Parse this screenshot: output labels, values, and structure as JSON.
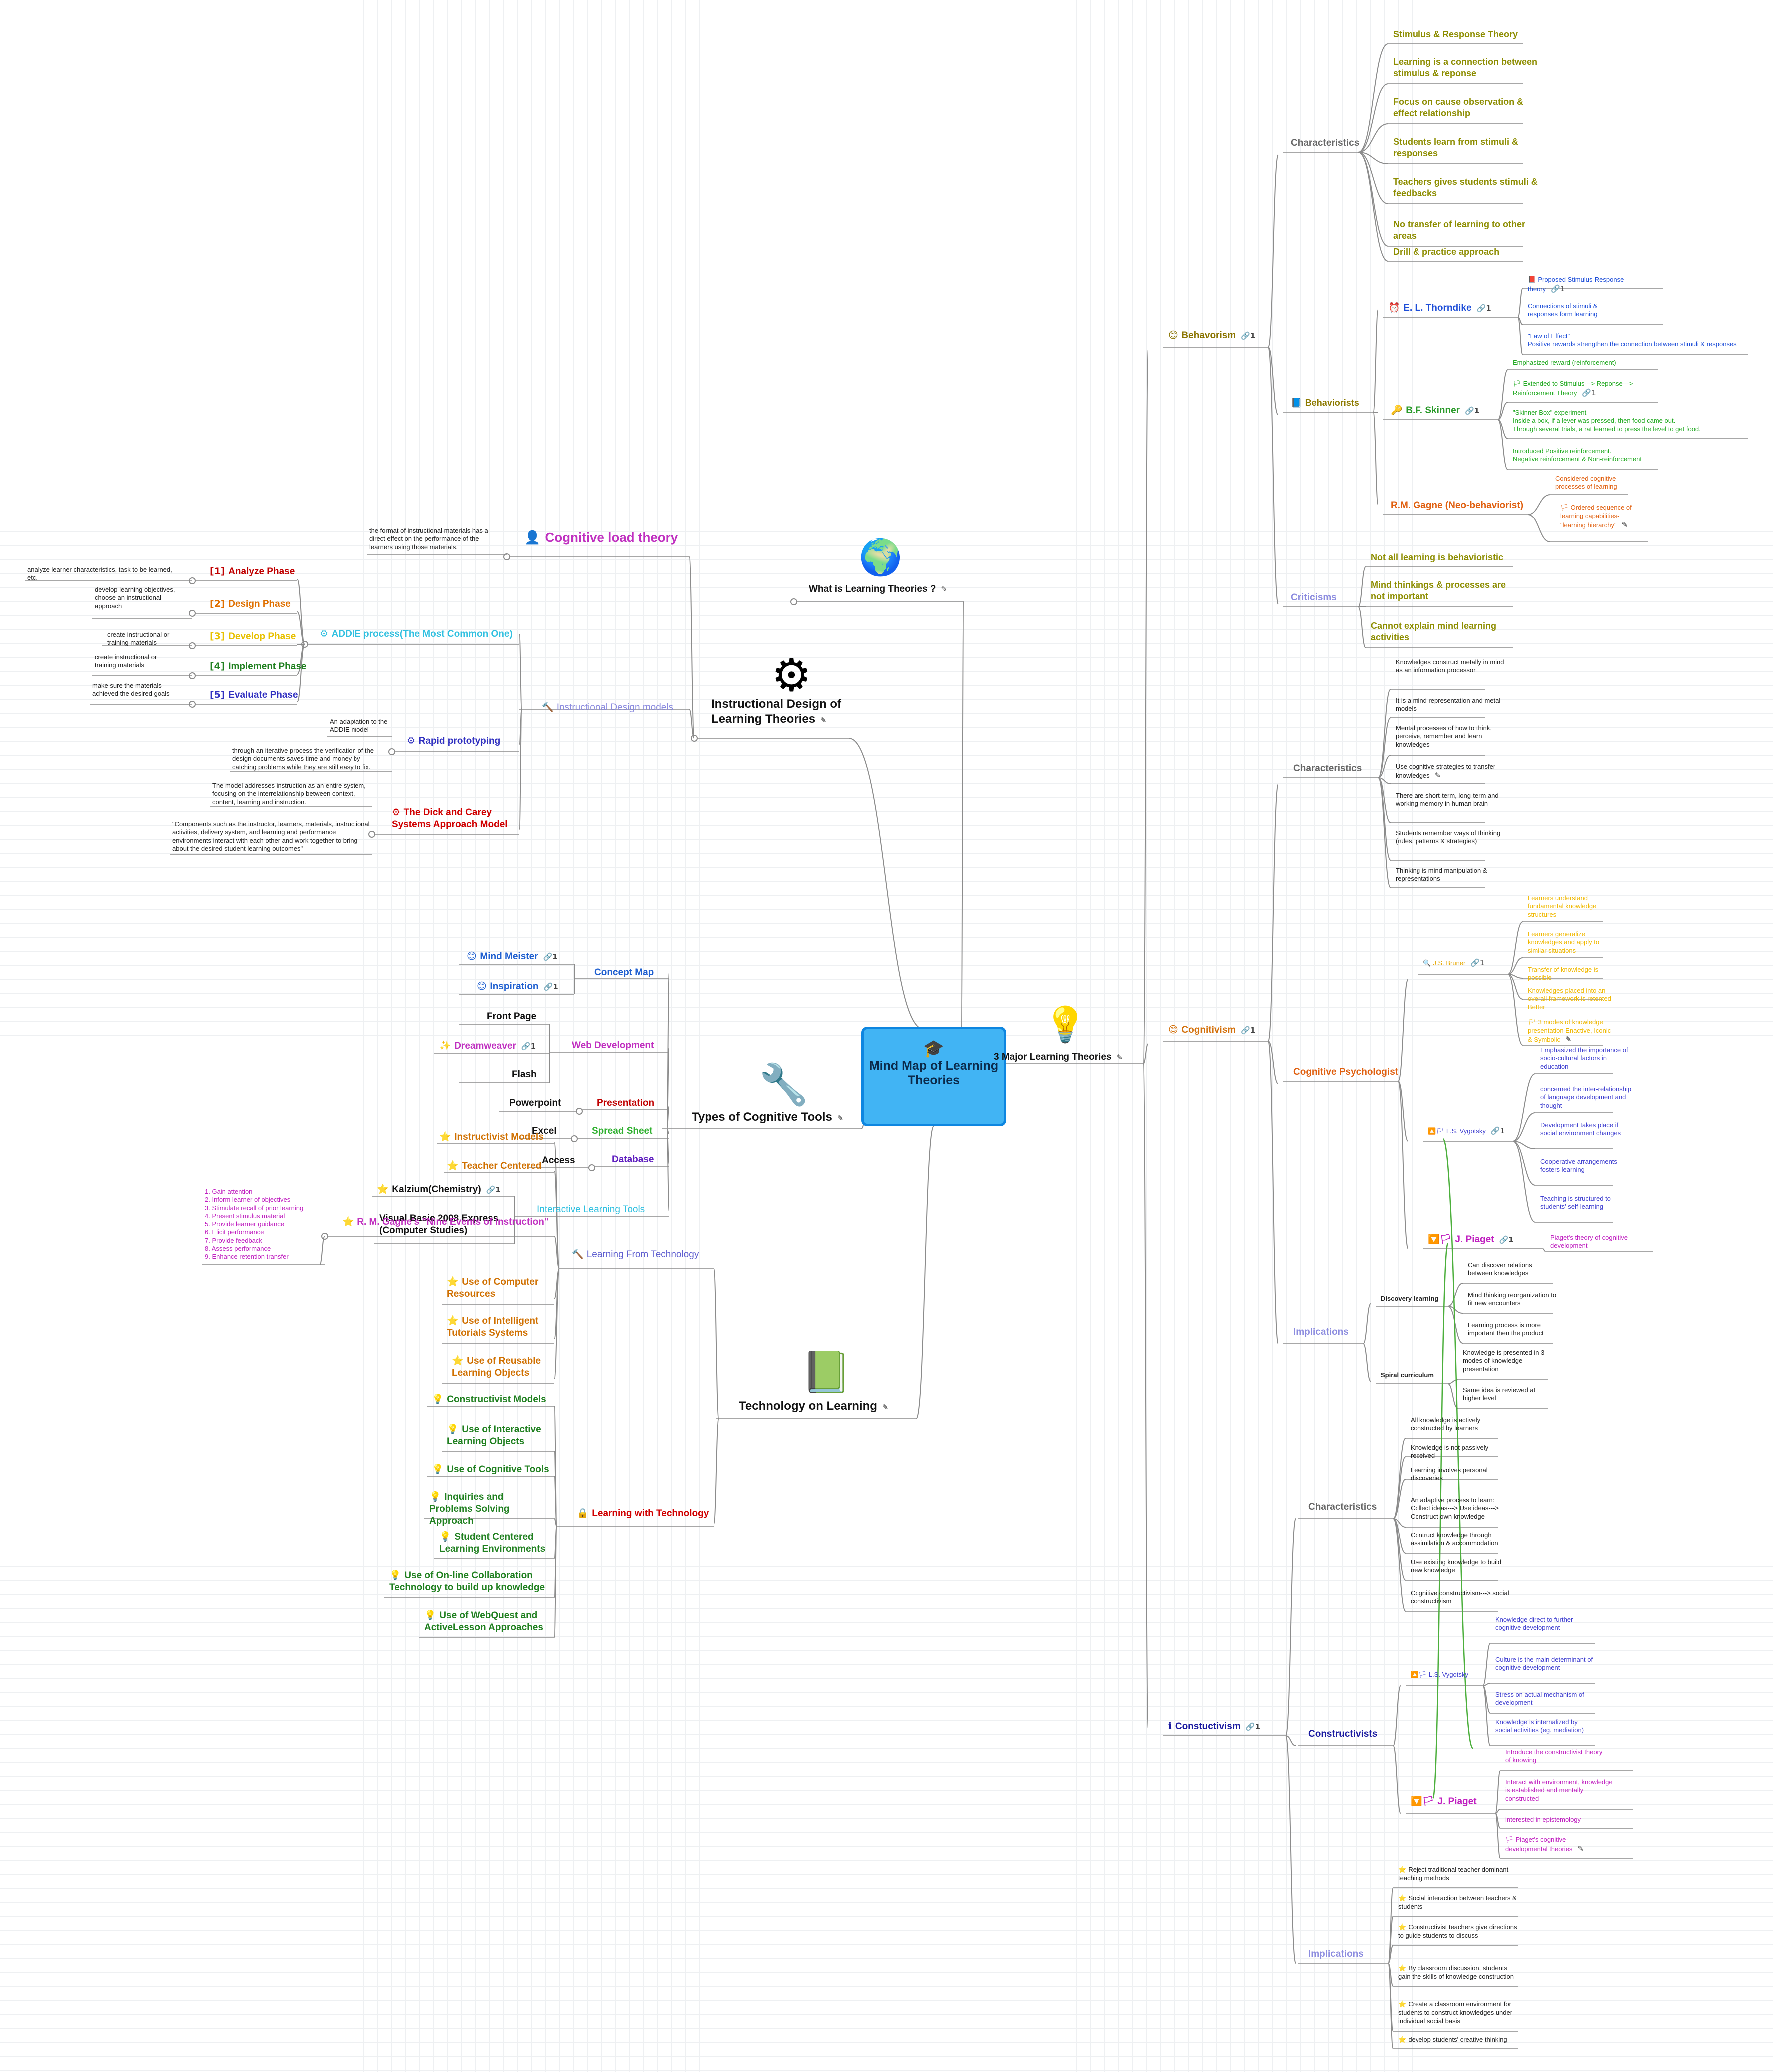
{
  "central": {
    "title": "Mind Map of Learning Theories",
    "icon": "graduation-cap-icon"
  },
  "colors": {
    "line": "#8c8c8c",
    "relation": "#4caf3c",
    "central_fill": "#41b4f4",
    "central_border": "#0e86e0"
  },
  "branches": {
    "what_is": "What is Learning Theories ?",
    "theories3": "3 Major Learning Theories",
    "instructional": "Instructional Design of Learning Theories",
    "cognitive_tools": "Types of Cognitive Tools",
    "technology": "Technology on Learning"
  },
  "behaviorism": {
    "label": "Behavorism",
    "link_count": "1",
    "characteristics_label": "Characteristics",
    "characteristics": [
      "Stimulus & Response Theory",
      "Learning is a connection between stimulus & reponse",
      "Focus on cause observation & effect relationship",
      "Students learn from stimuli & responses",
      "Teachers gives students stimuli & feedbacks",
      "No transfer of learning to other areas",
      "Drill & practice approach"
    ],
    "behaviorists_label": "Behaviorists",
    "thorndike": {
      "label": "E. L. Thorndike",
      "link_count": "1",
      "items": [
        "Proposed Stimulus-Response theory",
        "Connections of stimuli & responses form learning",
        "\"Law of Effect\"\nPositive rewards strengthen the connection between stimuli & responses"
      ],
      "item_link": "1"
    },
    "skinner": {
      "label": "B.F. Skinner",
      "link_count": "1",
      "items": [
        "Emphasized reward (reinforcement)",
        "Extended to Stimulus---> Reponse---> Reinforcement Theory",
        "\"Skinner Box\" experiment\nInside a box, if a lever was pressed, then food came out.\nThrough several trials, a rat learned to press the level to get food.",
        "Introduced Positive reinforcement.\nNegative reinforcement & Non-reinforcement"
      ],
      "item_link": "1"
    },
    "gagne": {
      "label": "R.M. Gagne (Neo-behaviorist)",
      "items": [
        "Considered cognitive processes of learning",
        "Ordered sequence of learning capabilities-\"learning hierarchy\""
      ]
    },
    "criticisms_label": "Criticisms",
    "criticisms": [
      "Not all learning is behavioristic",
      "Mind thinkings & processes are not important",
      "Cannot explain mind learning activities"
    ]
  },
  "cognitivism": {
    "label": "Cognitivism",
    "link_count": "1",
    "characteristics_label": "Characteristics",
    "characteristics": [
      "Knowledges construct metally in mind as an information processor",
      "It is a mind representation and metal models",
      "Mental processes of how to think, perceive, remember and learn knowledges",
      "Use cognitive strategies to transfer knowledges",
      "There are short-term, long-term and working memory in human brain",
      "Students remember ways of thinking (rules, patterns & strategies)",
      "Thinking is mind manipulation & representations"
    ],
    "psychologist_label": "Cognitive Psychologist",
    "bruner": {
      "label": "J.S. Bruner",
      "link_count": "1",
      "items": [
        "Learners understand fundamental knowledge structures",
        "Learners generalize knowledges and apply to similar situations",
        "Transfer of knowledge is possible",
        "Knowledges placed into an overall framework is retented Better",
        "3 modes of knowledge presentation Enactive, Iconic & Symbolic"
      ]
    },
    "vygotsky": {
      "label": "L.S. Vygotsky",
      "link_count": "1",
      "items": [
        "Emphasized the importance of socio-cultural factors in education",
        "concerned the inter-relationship of language development and thought",
        "Development takes place if social environment changes",
        "Cooperative arrangements fosters learning",
        "Teaching is structured to students' self-learning"
      ]
    },
    "piaget": {
      "label": "J. Piaget",
      "link_count": "1",
      "items": [
        "Piaget's theory of cognitive development"
      ]
    },
    "implications_label": "Implications",
    "discovery_label": "Discovery learning",
    "discovery": [
      "Can discover relations between knowledges",
      "Mind thinking reorganization to fit new encounters",
      "Learning process is more important then the product"
    ],
    "spiral_label": "Spiral curriculum",
    "spiral": [
      "Knowledge is presented in 3 modes of knowledge presentation",
      "Same idea is reviewed at higher level"
    ]
  },
  "constructivism": {
    "label": "Constuctivism",
    "link_count": "1",
    "characteristics_label": "Characteristics",
    "characteristics": [
      "All knowledge is actively constructed by learners",
      "Knowledge is not passively received",
      "Learning involves personal discoveries",
      "An adaptive process to learn: Collect ideas---> Use ideas---> Construct own knowledge",
      "Contruct knowledge through assimilation & accommodation",
      "Use existing knowledge to build new knowledge",
      "Cognitive constructivism---> social constructivism"
    ],
    "constructivists_label": "Constructivists",
    "vygotsky": {
      "label": "L.S. Vygotsky",
      "items": [
        "Knowledge direct to further cognitive development",
        "Culture is the main determinant of cognitive development",
        "Stress on actual mechanism of development",
        "Knowledge is internalized by social activities (eg. mediation)"
      ]
    },
    "piaget": {
      "label": "J. Piaget",
      "items": [
        "Introduce the constructivist theory of knowing",
        "Interact with environment, knowledge is established and mentally constructed",
        "interested in epistemology",
        "Piaget's cognitive-developmental theories"
      ]
    },
    "implications_label": "Implications",
    "implications": [
      "Reject traditional teacher dominant teaching methods",
      "Social interaction between teachers & students",
      "Constructivist teachers give directions to guide students to discuss",
      "By classroom discussion, students gain the skills of knowledge construction",
      "Create a classroom environment for students to construct knowledges under individual social basis",
      "develop students' creative thinking"
    ]
  },
  "design": {
    "cognitive_load": {
      "label": "Cognitive load theory",
      "note": "the format of instructional materials has a direct effect on the performance of the learners using those materials."
    },
    "models_label": "Instructional Design models",
    "addie": {
      "label": "ADDIE process(The Most Common One)",
      "phases": [
        {
          "num": "1",
          "label": "Analyze Phase",
          "note": "analyze learner characteristics, task to be learned, etc."
        },
        {
          "num": "2",
          "label": "Design Phase",
          "note": "develop learning objectives, choose an instructional approach"
        },
        {
          "num": "3",
          "label": "Develop Phase",
          "note": "create instructional or training materials"
        },
        {
          "num": "4",
          "label": "Implement Phase",
          "note": "create instructional or training materials"
        },
        {
          "num": "5",
          "label": "Evaluate Phase",
          "note": "make sure the materials achieved the desired goals"
        }
      ]
    },
    "rapid": {
      "label": "Rapid prototyping",
      "notes": [
        "An adaptation to the ADDIE model",
        "through an iterative process the verification of the design documents saves time and money by catching problems while they are still easy to fix."
      ]
    },
    "dick": {
      "label": "The Dick and Carey Systems Approach Model",
      "notes": [
        "The model addresses instruction as an entire system, focusing on the interrelationship between context, content, learning and instruction.",
        "\"Components such as the instructor, learners, materials, instructional activities, delivery system, and learning and performance environments interact with each other and work together to bring about the desired student learning outcomes\""
      ]
    }
  },
  "tools": {
    "concept_map": {
      "label": "Concept Map",
      "items": [
        "Mind Meister",
        "Inspiration"
      ],
      "link": "1"
    },
    "web": {
      "label": "Web Development",
      "items": [
        "Front Page",
        "Dreamweaver",
        "Flash"
      ],
      "link": "1"
    },
    "presentation": {
      "label": "Presentation",
      "items": [
        "Powerpoint"
      ]
    },
    "spreadsheet": {
      "label": "Spread Sheet",
      "items": [
        "Excel"
      ]
    },
    "database": {
      "label": "Database",
      "items": [
        "Access"
      ]
    },
    "interactive": {
      "label": "Interactive Learning Tools",
      "items": [
        "Kalzium(Chemistry)",
        "Visual Basic 2008 Express (Computer Studies)"
      ],
      "link": "1"
    }
  },
  "technology": {
    "from_label": "Learning From Technology",
    "from": {
      "instructivist": "Instructivist Models",
      "teacher_centered": "Teacher Centered",
      "gagne": "R. M. Gagne's \"Nine Events of Instruction\"",
      "gagne_events": [
        "1. Gain attention",
        "2. Inform learner of objectives",
        "3. Stimulate recall of prior learning",
        "4. Present stimulus material",
        "5. Provide learner guidance",
        "6. Elicit performance",
        "7. Provide feedback",
        "8. Assess performance",
        "9. Enhance retention transfer"
      ],
      "items": [
        "Use of Computer Resources",
        "Use of Intelligent Tutorials Systems",
        "Use of Reusable Learning Objects"
      ]
    },
    "with_label": "Learning with Technology",
    "with": [
      "Constructivist Models",
      "Use of Interactive Learning Objects",
      "Use of Cognitive Tools",
      "Inquiries and Problems Solving Approach",
      "Student Centered Learning Environments",
      "Use of On-line Collaboration Technology to build up knowledge",
      "Use of WebQuest and ActiveLesson Approaches"
    ]
  }
}
